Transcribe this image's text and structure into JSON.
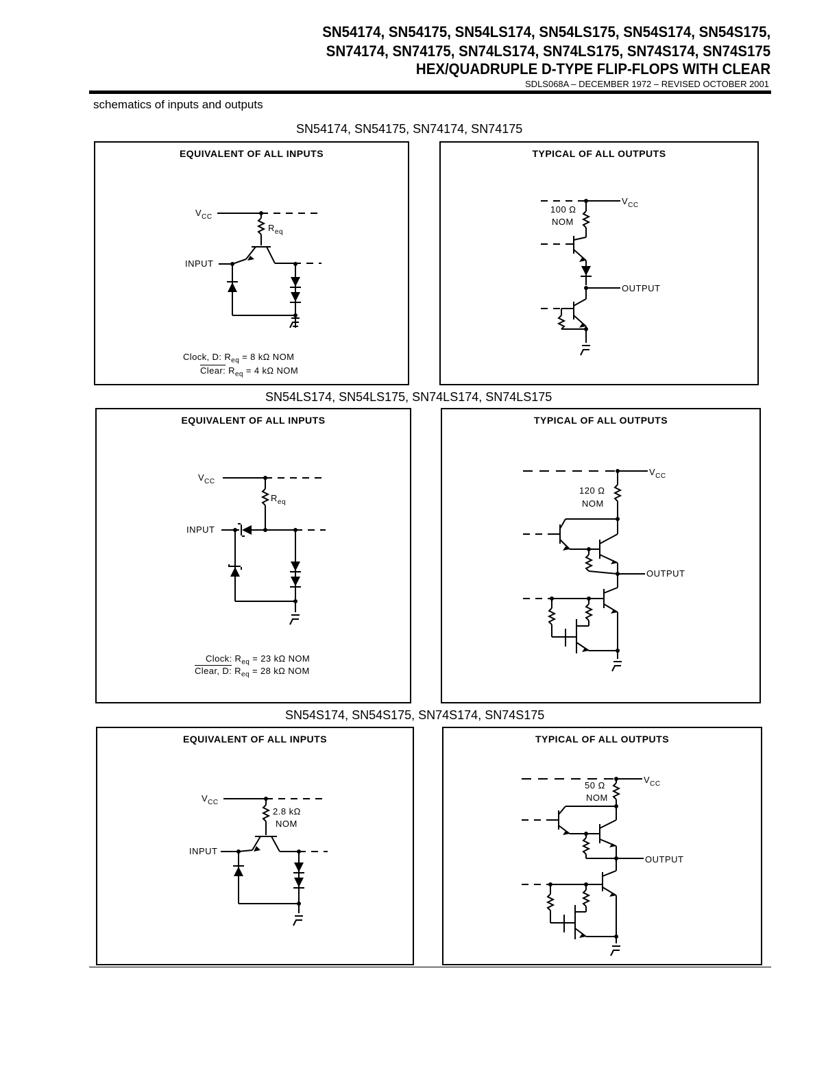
{
  "header": {
    "line1": "SN54174, SN54175, SN54LS174, SN54LS175, SN54S174, SN54S175,",
    "line2": "SN74174, SN74175, SN74LS174, SN74LS175, SN74S174, SN74S175",
    "line3": "HEX/QUADRUPLE D-TYPE FLIP-FLOPS WITH CLEAR",
    "doc_id": "SDLS068A – DECEMBER 1972 – REVISED OCTOBER 2001"
  },
  "section_title": "schematics of inputs and outputs",
  "groups": [
    {
      "title": "SN54174, SN54175, SN74174, SN74175",
      "inputs_title": "EQUIVALENT OF ALL INPUTS",
      "outputs_title": "TYPICAL OF ALL OUTPUTS",
      "vcc": "V",
      "vcc_sub": "CC",
      "input": "INPUT",
      "output": "OUTPUT",
      "req": "R",
      "req_sub": "eq",
      "out_res": "100 Ω",
      "out_nom": "NOM",
      "note1_name": "Clock, D:",
      "note1_val": "= 8 kΩ NOM",
      "note2_name": "Clear:",
      "note2_val": "= 4 kΩ  NOM"
    },
    {
      "title": "SN54LS174, SN54LS175, SN74LS174, SN74LS175",
      "inputs_title": "EQUIVALENT OF ALL INPUTS",
      "outputs_title": "TYPICAL OF ALL OUTPUTS",
      "vcc": "V",
      "vcc_sub": "CC",
      "input": "INPUT",
      "output": "OUTPUT",
      "req": "R",
      "req_sub": "eq",
      "out_res": "120 Ω",
      "out_nom": "NOM",
      "note1_name": "Clock:",
      "note1_val": "=  23 kΩ NOM",
      "note2_name": "Clear, D:",
      "note2_val": "=  28 kΩ NOM"
    },
    {
      "title": "SN54S174, SN54S175, SN74S174, SN74S175",
      "inputs_title": "EQUIVALENT OF ALL INPUTS",
      "outputs_title": "TYPICAL OF ALL OUTPUTS",
      "vcc": "V",
      "vcc_sub": "CC",
      "input": "INPUT",
      "output": "OUTPUT",
      "in_res": "2.8 kΩ",
      "in_nom": "NOM",
      "out_res": "50 Ω",
      "out_nom": "NOM"
    }
  ]
}
